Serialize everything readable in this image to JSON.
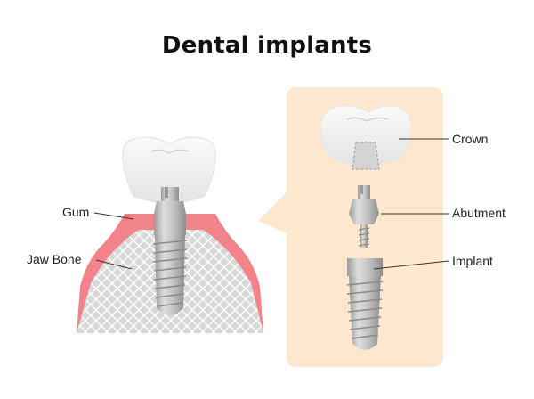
{
  "title": "Dental implants",
  "labels": {
    "gum": "Gum",
    "jaw_bone": "Jaw Bone",
    "crown": "Crown",
    "abutment": "Abutment",
    "implant": "Implant"
  },
  "colors": {
    "panel_bg": "#fde7cf",
    "gum": "#f2838a",
    "bone": "#d9d9d9",
    "tooth": "#efefef",
    "metal": "#bdbdbd"
  }
}
